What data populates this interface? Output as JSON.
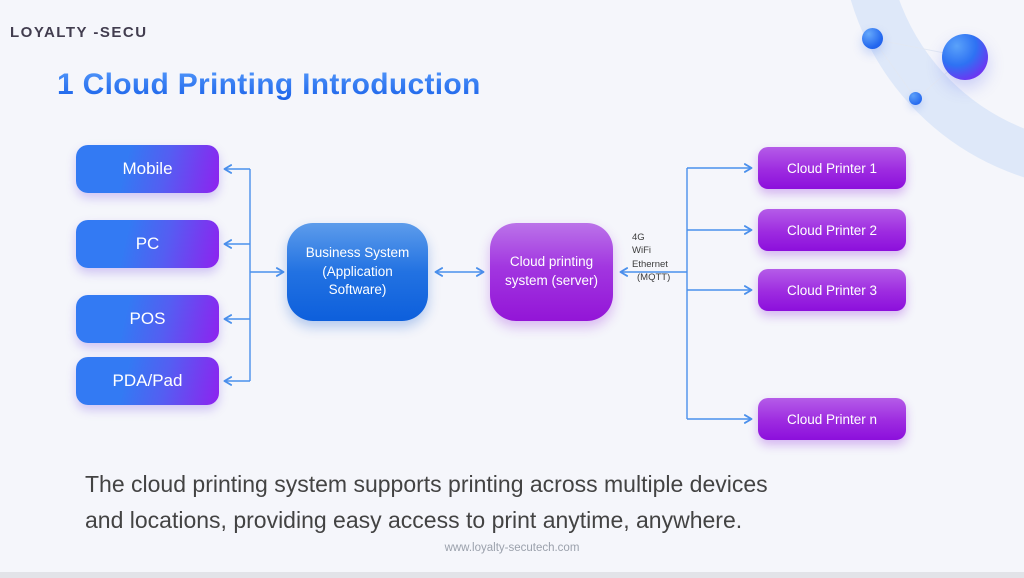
{
  "brand": {
    "logo_text": "LOYALTY -SECU"
  },
  "header": {
    "title": "1 Cloud Printing Introduction"
  },
  "diagram": {
    "devices": [
      {
        "label": "Mobile"
      },
      {
        "label": "PC"
      },
      {
        "label": "POS"
      },
      {
        "label": "PDA/Pad"
      }
    ],
    "business_system": {
      "line1": "Business System",
      "line2": "(Application",
      "line3": "Software)"
    },
    "cloud_system": {
      "line1": "Cloud printing",
      "line2": "system (server)"
    },
    "connection": {
      "line1": "4G",
      "line2": "WiFi",
      "line3": "Ethernet",
      "line4": "(MQTT)"
    },
    "printers": [
      {
        "label": "Cloud Printer 1"
      },
      {
        "label": "Cloud Printer 2"
      },
      {
        "label": "Cloud Printer 3"
      },
      {
        "label": "Cloud Printer n"
      }
    ]
  },
  "description": {
    "line1": "The cloud printing system supports printing across multiple devices",
    "line2": "and locations, providing easy access to print anytime, anywhere."
  },
  "footer": {
    "url": "www.loyalty-secutech.com"
  },
  "colors": {
    "background": "#f5f6fb",
    "title_blue": "#2575f0",
    "device_gradient_blue": "#337af3",
    "device_gradient_purple": "#8e22ef",
    "business_blue_top": "#5d9ceb",
    "business_blue_bottom": "#0d5fdc",
    "cloud_purple_top": "#bb73e9",
    "cloud_purple_bottom": "#9315d7",
    "printer_purple_top": "#b55ce8",
    "printer_purple_bottom": "#8c0fdc",
    "connector_blue": "#4a90ec",
    "logo_color": "#423d4f",
    "description_color": "#434343"
  }
}
